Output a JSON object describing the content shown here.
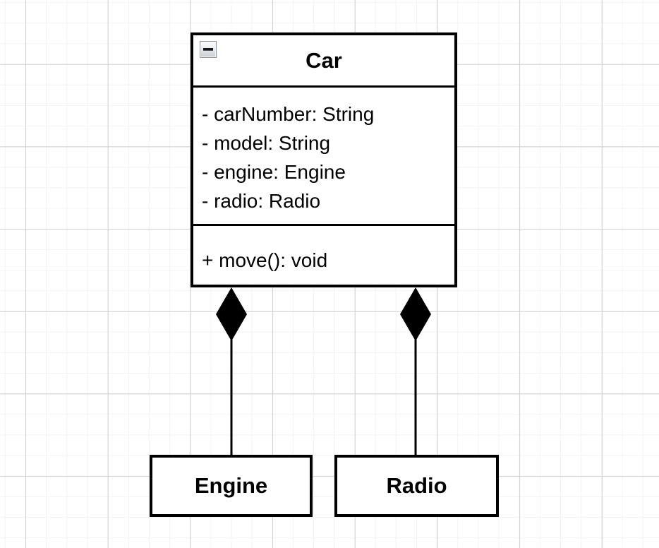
{
  "diagram": {
    "classes": [
      {
        "name": "Car",
        "attributes": [
          "- carNumber: String",
          "- model: String",
          "- engine: Engine",
          "- radio: Radio"
        ],
        "methods": [
          "+ move(): void"
        ]
      },
      {
        "name": "Engine",
        "attributes": [],
        "methods": []
      },
      {
        "name": "Radio",
        "attributes": [],
        "methods": []
      }
    ],
    "relationships": [
      {
        "type": "composition",
        "from": "Car",
        "to": "Engine",
        "marker": "filled-diamond"
      },
      {
        "type": "composition",
        "from": "Car",
        "to": "Radio",
        "marker": "filled-diamond"
      }
    ]
  },
  "icons": {
    "collapse": "minus-icon"
  },
  "colors": {
    "stroke": "#000000",
    "fill": "#ffffff",
    "grid_minor": "#f3f3f3",
    "grid_major": "#cfcfcf",
    "canvas_bg": "#ffffff"
  }
}
